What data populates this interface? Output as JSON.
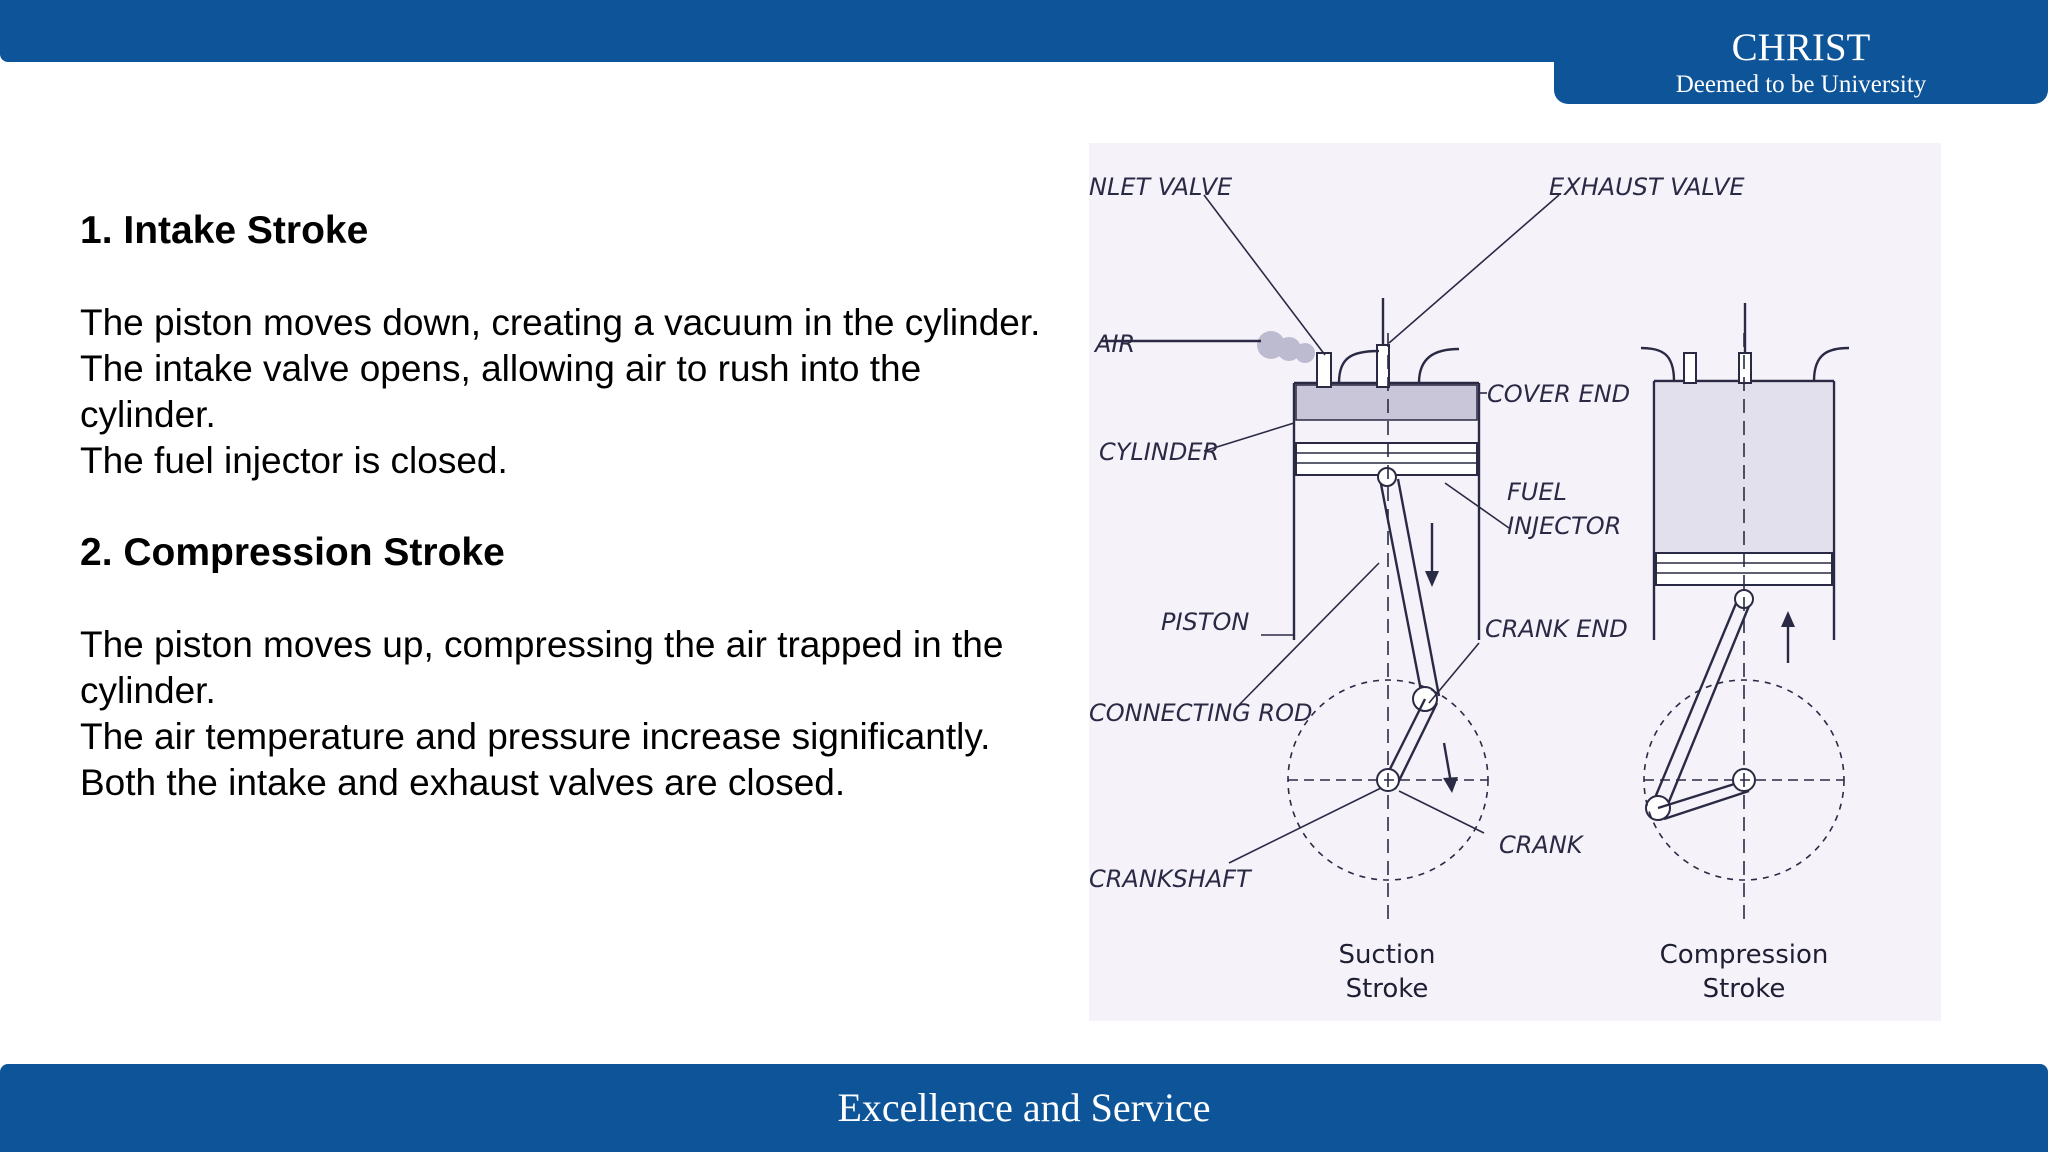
{
  "header": {
    "brand_title": "CHRIST",
    "brand_subtitle": "Deemed to be University"
  },
  "content": {
    "intake_heading": "1. Intake Stroke",
    "intake_lines": [
      "The piston moves down, creating a vacuum in the cylinder.",
      "The intake valve opens, allowing air to rush into the cylinder.",
      "The fuel injector is closed."
    ],
    "compression_heading": "2. Compression Stroke",
    "compression_lines": [
      "The piston moves up, compressing the air trapped in the cylinder.",
      "The air temperature and pressure increase significantly.",
      "Both the intake and exhaust valves are closed."
    ]
  },
  "figure": {
    "labels": {
      "inlet_valve": "NLET VALVE",
      "exhaust_valve": "EXHAUST VALVE",
      "air": "AIR",
      "cover_end": "COVER END",
      "cylinder": "CYLINDER",
      "fuel": "FUEL",
      "injector": "INJECTOR",
      "piston": "PISTON",
      "crank_end": "CRANK END",
      "connecting_rod": "CONNECTING ROD",
      "crank": "CRANK",
      "crankshaft": "CRANKSHAFT"
    },
    "captions": {
      "suction_1": "Suction",
      "suction_2": "Stroke",
      "compression_1": "Compression",
      "compression_2": "Stroke"
    }
  },
  "footer": {
    "tagline": "Excellence and Service"
  },
  "colors": {
    "brand_blue": "#0d5499",
    "figure_bg": "#f6f2fa",
    "figure_ink": "#2a2a44"
  }
}
